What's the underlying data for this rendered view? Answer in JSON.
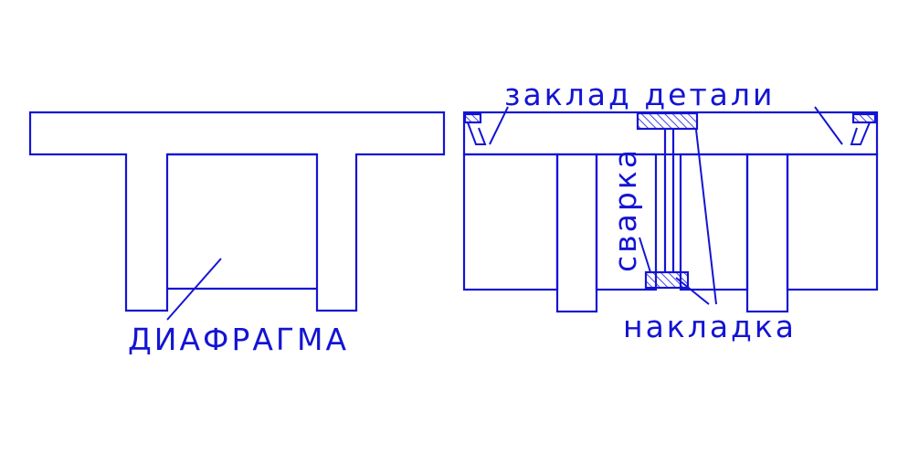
{
  "colors": {
    "ink": "#1414d4",
    "background": "#ffffff"
  },
  "labels": {
    "diaphragm": "ДИАФРАГМА",
    "embedded_parts": "заклад детали",
    "welding": "сварка",
    "overlay_plate": "накладка"
  }
}
